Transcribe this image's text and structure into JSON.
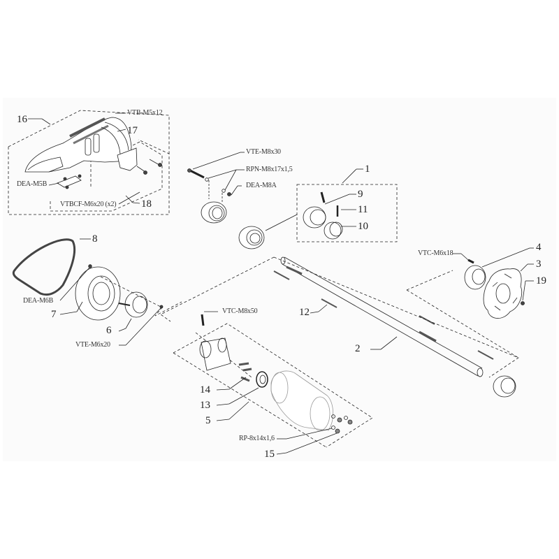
{
  "diagram": {
    "type": "exploded parts diagram",
    "background": "#fbfbfb",
    "line_color": "#222222"
  },
  "groups": {
    "guard_assembly": {
      "number": "16",
      "sub": "18"
    },
    "bearing_kit": {
      "number": "1"
    },
    "hub_assembly": {
      "number": "5"
    }
  },
  "part_numbers": [
    {
      "id": "p1",
      "label": "1"
    },
    {
      "id": "p2",
      "label": "2"
    },
    {
      "id": "p3",
      "label": "3"
    },
    {
      "id": "p4",
      "label": "4"
    },
    {
      "id": "p5",
      "label": "5"
    },
    {
      "id": "p6",
      "label": "6"
    },
    {
      "id": "p7",
      "label": "7"
    },
    {
      "id": "p8",
      "label": "8"
    },
    {
      "id": "p9",
      "label": "9"
    },
    {
      "id": "p10",
      "label": "10"
    },
    {
      "id": "p11",
      "label": "11"
    },
    {
      "id": "p12",
      "label": "12"
    },
    {
      "id": "p13",
      "label": "13"
    },
    {
      "id": "p14",
      "label": "14"
    },
    {
      "id": "p15",
      "label": "15"
    },
    {
      "id": "p16",
      "label": "16"
    },
    {
      "id": "p17",
      "label": "17"
    },
    {
      "id": "p18",
      "label": "18"
    },
    {
      "id": "p19",
      "label": "19"
    }
  ],
  "hardware_codes": [
    {
      "id": "h1",
      "label": "VTB-M5x12"
    },
    {
      "id": "h2",
      "label": "DEA-M5B"
    },
    {
      "id": "h3",
      "label": "VTBCF-M6x20 (x2)"
    },
    {
      "id": "h4",
      "label": "VTE-M8x30"
    },
    {
      "id": "h5",
      "label": "RPN-M8x17x1,5"
    },
    {
      "id": "h6",
      "label": "DEA-M8A"
    },
    {
      "id": "h7",
      "label": "VTC-M6x18"
    },
    {
      "id": "h8",
      "label": "DEA-M6B"
    },
    {
      "id": "h9",
      "label": "VTE-M6x20"
    },
    {
      "id": "h10",
      "label": "VTC-M8x50"
    },
    {
      "id": "h11",
      "label": "RP-8x14x1,6"
    }
  ]
}
